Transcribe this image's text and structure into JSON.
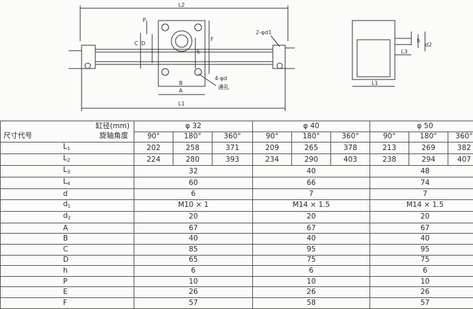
{
  "drawing": {
    "labels": {
      "L2": "L2",
      "L1": "L1",
      "L3": "L3",
      "A": "A",
      "B": "B",
      "C": "C",
      "D": "D",
      "E": "E",
      "F": "F",
      "P": "P",
      "h": "h",
      "d1_note": "2-φd1",
      "d_note": "4-φd",
      "through": "通孔",
      "d2": "d2"
    }
  },
  "table": {
    "header": {
      "bore_label": "缸径(mm)",
      "angle_label": "旋轴角度",
      "dim_label": "尺寸代号",
      "bores": [
        "φ 32",
        "φ 40",
        "φ 50"
      ],
      "angles": [
        "90°",
        "180°",
        "360°",
        "90°",
        "180°",
        "360°",
        "90°",
        "180°",
        "360°"
      ]
    },
    "rows": [
      {
        "sym": "L",
        "sub": "1",
        "values": [
          "202",
          "258",
          "371",
          "209",
          "265",
          "378",
          "213",
          "269",
          "382"
        ]
      },
      {
        "sym": "L",
        "sub": "2",
        "values": [
          "224",
          "280",
          "393",
          "234",
          "290",
          "403",
          "238",
          "294",
          "407"
        ]
      },
      {
        "sym": "L",
        "sub": "3",
        "values": [
          "32",
          "40",
          "48"
        ]
      },
      {
        "sym": "L",
        "sub": "4",
        "values": [
          "60",
          "66",
          "74"
        ]
      },
      {
        "sym": "d",
        "sub": "",
        "values": [
          "6",
          "7",
          "7"
        ]
      },
      {
        "sym": "d",
        "sub": "1",
        "values": [
          "M10 × 1",
          "M14 × 1.5",
          "M14 × 1.5"
        ]
      },
      {
        "sym": "d",
        "sub": "2",
        "values": [
          "20",
          "20",
          "20"
        ]
      },
      {
        "sym": "A",
        "sub": "",
        "values": [
          "67",
          "67",
          "67"
        ]
      },
      {
        "sym": "B",
        "sub": "",
        "values": [
          "40",
          "40",
          "40"
        ]
      },
      {
        "sym": "C",
        "sub": "",
        "values": [
          "85",
          "95",
          "95"
        ]
      },
      {
        "sym": "D",
        "sub": "",
        "values": [
          "65",
          "75",
          "75"
        ]
      },
      {
        "sym": "h",
        "sub": "",
        "values": [
          "6",
          "6",
          "6"
        ]
      },
      {
        "sym": "P",
        "sub": "",
        "values": [
          "10",
          "10",
          "10"
        ]
      },
      {
        "sym": "E",
        "sub": "",
        "values": [
          "26",
          "26",
          "26"
        ]
      },
      {
        "sym": "F",
        "sub": "",
        "values": [
          "57",
          "58",
          "57"
        ]
      }
    ]
  }
}
